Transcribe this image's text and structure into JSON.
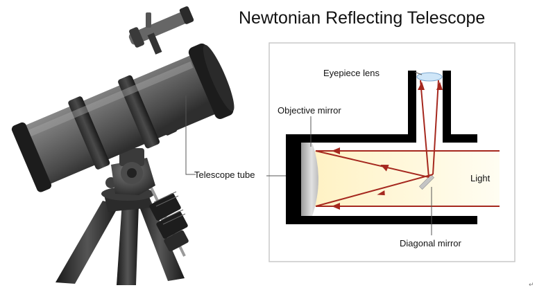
{
  "title": "Newtonian Reflecting Telescope",
  "labels": {
    "telescope_tube": "Telescope tube",
    "eyepiece_lens": "Eyepiece lens",
    "objective_mirror": "Objective mirror",
    "light": "Light",
    "diagonal_mirror": "Diagonal mirror"
  },
  "corner_mark": "↵",
  "colors": {
    "tube_body": "#5a5a5a",
    "ray": "#a5281e",
    "light_beam": "#fff7cf",
    "schematic_wall": "#000000",
    "mirror_gray": "#c4c4c4",
    "lens_blue": "#cfe6f8"
  }
}
